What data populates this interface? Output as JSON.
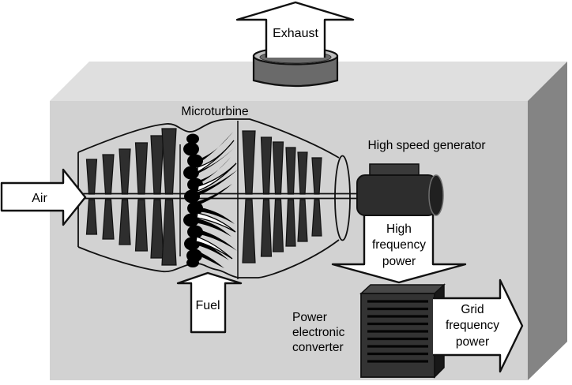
{
  "diagram": {
    "component_labels": {
      "microturbine": "Microturbine",
      "high_speed_generator": "High speed generator",
      "power_electronic_converter": [
        "Power",
        "electronic",
        "converter"
      ]
    },
    "flow_arrows": {
      "exhaust": {
        "label": "Exhaust",
        "direction": "up"
      },
      "air": {
        "label": "Air",
        "direction": "right"
      },
      "fuel": {
        "label": "Fuel",
        "direction": "up"
      },
      "high_frequency_power": {
        "lines": [
          "High",
          "frequency",
          "power"
        ],
        "direction": "down"
      },
      "grid_frequency_power": {
        "lines": [
          "Grid",
          "frequency",
          "power"
        ],
        "direction": "right"
      }
    },
    "colors": {
      "enclosure_front": "#d2d2d2",
      "enclosure_top": "#dfdfdf",
      "enclosure_side": "#848484",
      "component_dark": "#2d2d2d",
      "exhaust_stack": "#6a6a6a",
      "arrow_fill": "#ffffff",
      "outline": "#111111"
    }
  }
}
